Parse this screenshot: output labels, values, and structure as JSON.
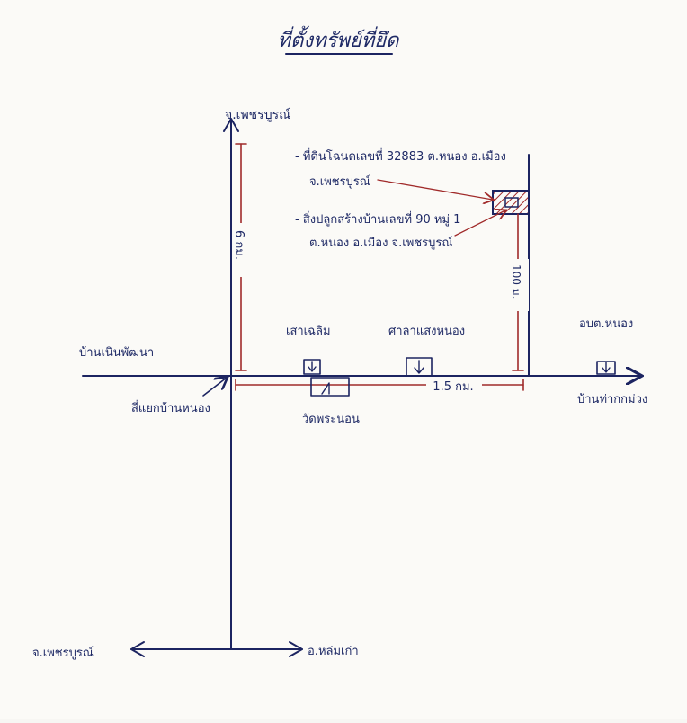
{
  "title": "ที่ตั้งทรัพย์ที่ยึด",
  "labels": {
    "road_north": "จ.เพชรบูรณ์",
    "road_south": "จ.เพชรบูรณ์",
    "road_south_east": "อ.หล่มเก่า",
    "road_west": "บ้านเนินพัฒนา",
    "road_east": "บ้านท่ากกม่วง",
    "junction": "สี่แยกบ้านหนอง",
    "landmark_1": "เสาเฉลิม",
    "landmark_2": "ศาลาแสงหนอง",
    "landmark_3": "อบต.หนอง",
    "temple": "วัดพระนอน",
    "distance_vertical_left": "6 กม.",
    "distance_vertical_right": "100 ม.",
    "distance_horizontal": "1.5 กม.",
    "note_1_line1": "- ที่ดินโฉนดเลขที่ 32883 ต.หนอง อ.เมือง",
    "note_1_line2": "จ.เพชรบูรณ์",
    "note_2_line1": "- สิ่งปลูกสร้างบ้านเลขที่ 90 หมู่ 1",
    "note_2_line2": "ต.หนอง อ.เมือง จ.เพชรบูรณ์"
  },
  "colors": {
    "ink": "#1c2461",
    "red_ink": "#a02a2a",
    "paper": "#fbfaf7"
  }
}
